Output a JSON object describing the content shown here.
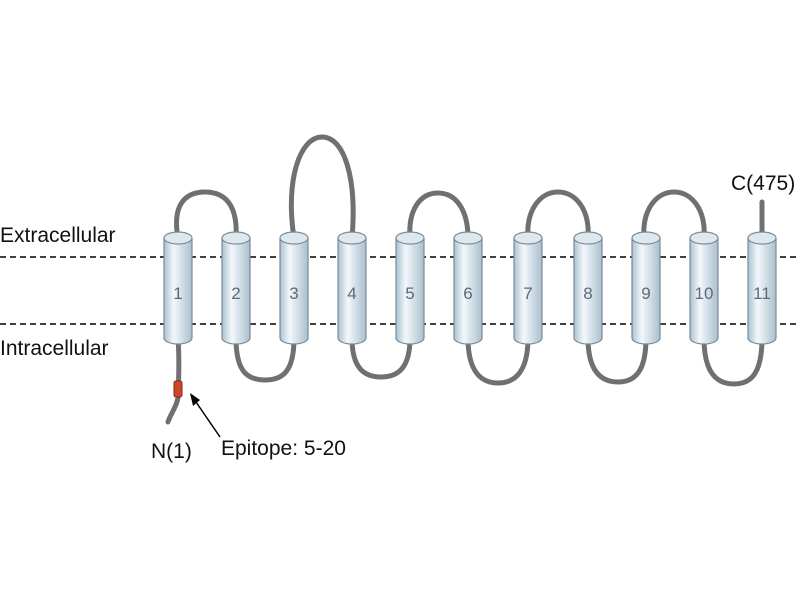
{
  "regions": {
    "extracellular": "Extracellular",
    "intracellular": "Intracellular"
  },
  "terminals": {
    "n": "N(1)",
    "c": "C(475)"
  },
  "helices": [
    "1",
    "2",
    "3",
    "4",
    "5",
    "6",
    "7",
    "8",
    "9",
    "10",
    "11"
  ],
  "epitope": {
    "label": "Epitope: 5-20"
  },
  "colors": {
    "helix_fill_light": "#eef4f8",
    "helix_fill_dark": "#bcd0dc",
    "helix_stroke": "#7a8a96",
    "loop": "#6e6e6e",
    "epitope": "#d2452b",
    "membrane_line": "#000000"
  }
}
